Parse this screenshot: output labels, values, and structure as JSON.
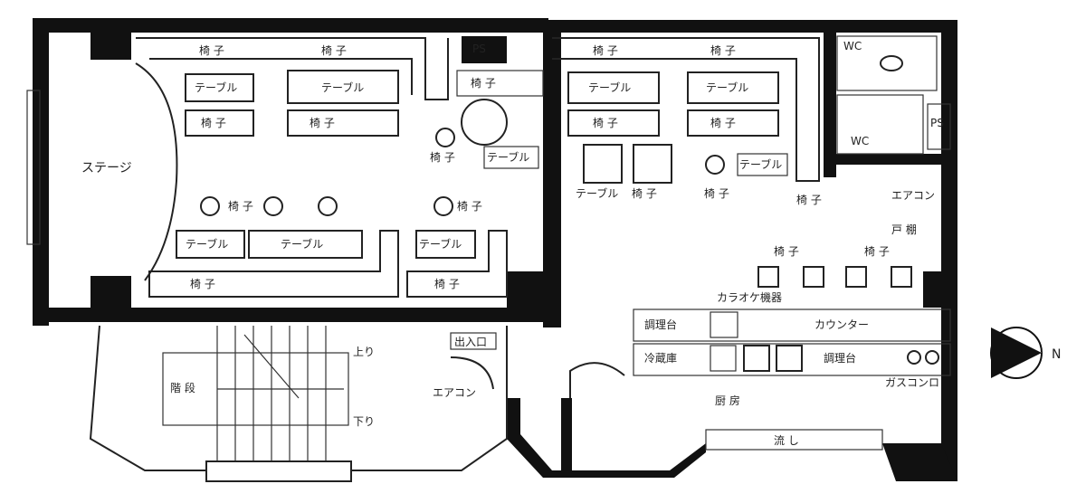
{
  "labels": {
    "stage": "ステージ",
    "wc_a": "WC",
    "wc_b": "WC",
    "ps": "PS",
    "bench_top_left_1": "椅 子",
    "bench_top_left_2": "椅 子",
    "table_1": "テーブル",
    "table_2": "テーブル",
    "chair_1": "椅 子",
    "chair_2": "椅 子",
    "chair_3": "椅 子",
    "table_3": "テーブル",
    "chair_4": "椅 子",
    "chair_5": "椅 子",
    "table_4": "テーブル",
    "table_5": "テーブル",
    "table_6": "テーブル",
    "chair_6": "椅 子",
    "chair_7": "椅 子",
    "table_r1": "テーブル",
    "table_r2": "テーブル",
    "chair_r1": "椅 子",
    "chair_r2": "椅 子",
    "chair_r3": "椅 子",
    "chair_r4": "椅 子",
    "chair_r5": "椅 子",
    "table_r3": "テーブル",
    "chair_r6": "椅 子",
    "table_r4": "テーブル",
    "chair_r7": "椅 子",
    "chair_r8": "椅 子",
    "chair_r9": "椅 子",
    "ev": "エアコン",
    "counter_top": "カウンター",
    "karaoke": "カラオケ機器",
    "bar": "調理台",
    "fridge": "冷蔵庫",
    "cooker": "調理台",
    "range": "ガスコンロ",
    "kitchen": "厨 房",
    "sink": "流 し",
    "stair_label": "階 段",
    "up": "上り",
    "down": "下り",
    "entrance": "出入口",
    "aircon_bottom": "エアコン",
    "shelf": "戸 棚",
    "north": "N"
  },
  "colors": {
    "wall": "#111111",
    "line": "#222222",
    "paper": "#ffffff"
  }
}
